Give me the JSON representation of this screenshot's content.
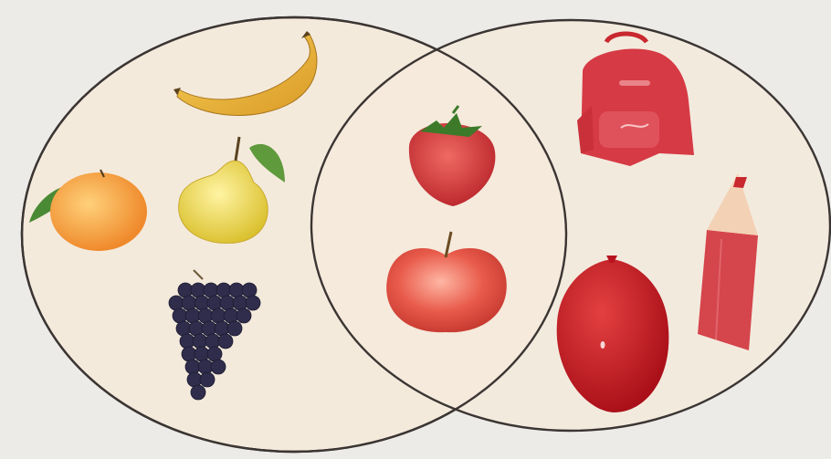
{
  "scene": {
    "type": "venn-diagram",
    "sets": [
      {
        "name": "fruits-set",
        "items": [
          "banana",
          "orange",
          "pear",
          "grapes"
        ]
      },
      {
        "name": "red-objects-set",
        "items": [
          "backpack",
          "balloon",
          "pencil"
        ]
      }
    ],
    "intersection": [
      "strawberry",
      "apple"
    ]
  },
  "colors": {
    "background": "#ecebe7",
    "paper": "#f4e9dc",
    "outline": "#3b3533",
    "red": "#c8282e",
    "banana": "#e9b43a",
    "orange": "#f29a3d",
    "pear": "#e8d24a",
    "grapes": "#2f2d4b"
  }
}
